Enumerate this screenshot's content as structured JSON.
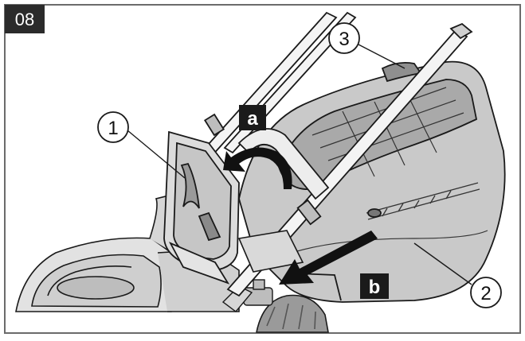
{
  "figure": {
    "step_number": "08",
    "callouts": [
      {
        "id": "1",
        "label": "1"
      },
      {
        "id": "2",
        "label": "2"
      },
      {
        "id": "3",
        "label": "3"
      }
    ],
    "action_labels": [
      {
        "id": "a",
        "label": "a"
      },
      {
        "id": "b",
        "label": "b"
      }
    ],
    "colors": {
      "frame": "#6b6b6b",
      "badge": "#2b2b2b",
      "line": "#1a1a1a",
      "fill_light": "#dedede",
      "fill_mid": "#bdbdbd",
      "fill_dark": "#9a9a9a"
    }
  }
}
